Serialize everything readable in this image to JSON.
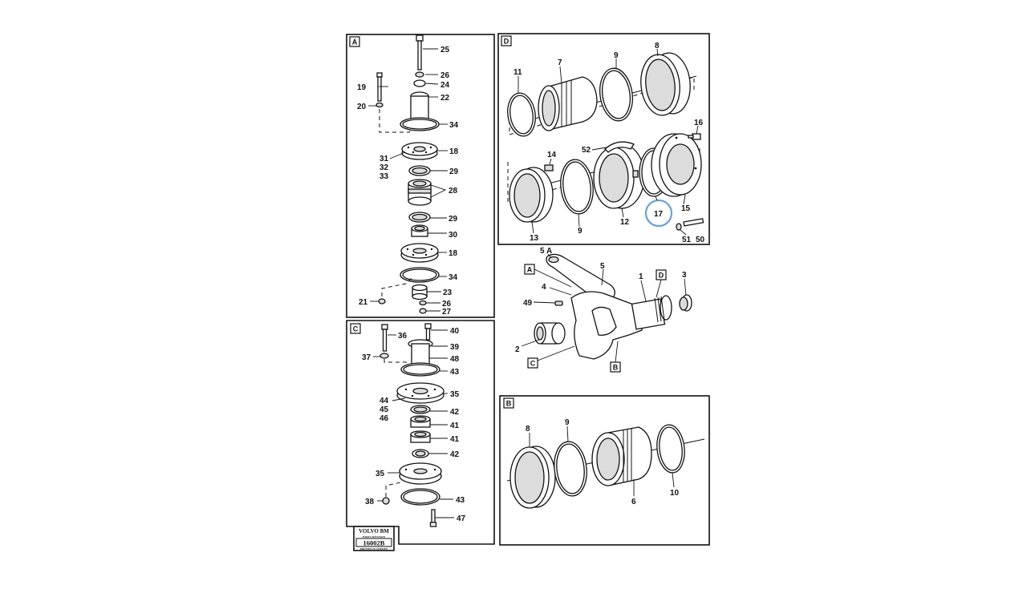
{
  "panels": {
    "A": "A",
    "B": "B",
    "C": "C",
    "D": "D"
  },
  "callouts": {
    "A": "A",
    "B": "B",
    "C": "C",
    "D": "D",
    "five_a": "5 A"
  },
  "labels": {
    "a25": "25",
    "a26": "26",
    "a24": "24",
    "a22": "22",
    "a19": "19",
    "a20": "20",
    "a34a": "34",
    "a31": "31",
    "a32": "32",
    "a33": "33",
    "a18a": "18",
    "a29a": "29",
    "a28": "28",
    "a29b": "29",
    "a30": "30",
    "a18b": "18",
    "a34b": "34",
    "a21": "21",
    "a23": "23",
    "a26b": "26",
    "a27": "27",
    "c36": "36",
    "c40": "40",
    "c39": "39",
    "c37": "37",
    "c48": "48",
    "c43a": "43",
    "c35a": "35",
    "c44": "44",
    "c45": "45",
    "c46": "46",
    "c42a": "42",
    "c41a": "41",
    "c41b": "41",
    "c42b": "42",
    "c35b": "35",
    "c38": "38",
    "c43b": "43",
    "c47": "47",
    "d11": "11",
    "d7": "7",
    "d9a": "9",
    "d8": "8",
    "d16": "16",
    "d14": "14",
    "d52": "52",
    "d17": "17",
    "d15": "15",
    "d13": "13",
    "d9b": "9",
    "d12": "12",
    "d51": "51",
    "d50": "50",
    "m5": "5",
    "m1": "1",
    "m3": "3",
    "m4": "4",
    "m49": "49",
    "m2": "2",
    "b8": "8",
    "b9": "9",
    "b6": "6",
    "b10": "10"
  },
  "logo": {
    "brand": "VOLVO BM",
    "line2": "PARTS DIVISION",
    "code": "16002B",
    "footer": "PRINTED IN SWEDEN"
  },
  "colors": {
    "highlight": "#6aa0d8",
    "ink": "#111111"
  }
}
